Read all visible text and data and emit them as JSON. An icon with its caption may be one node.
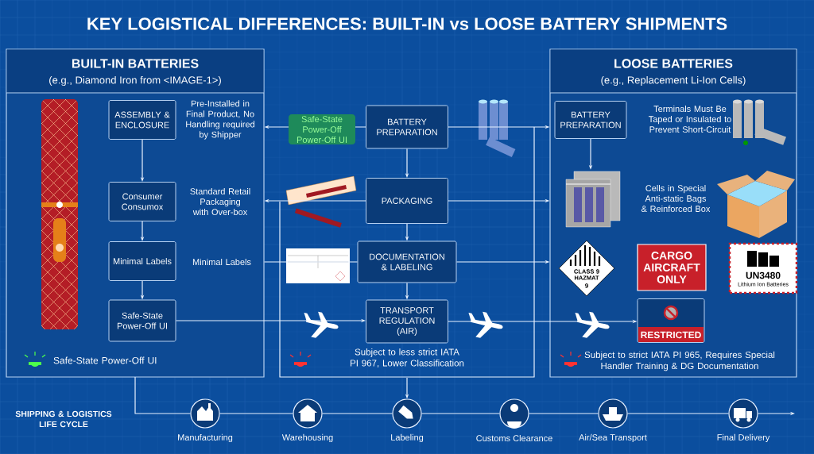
{
  "diagram": {
    "title": "KEY LOGISTICAL DIFFERENCES: BUILT-IN vs LOOSE BATTERY SHIPMENTS",
    "nodes": [
      {
        "text": [
          "BUILT-IN BATTERIES",
          "(e.g., Diamond Iron from <IMAGE-1>)"
        ]
      },
      {
        "text": [
          "ASSEMBLY & ENCLOSURE"
        ],
        "in": 0,
        "beside": [
          "Pre-Installed in Final Product, No Handling required by Shipper"
        ]
      },
      {
        "text": [
          "Consumer Consumox"
        ],
        "in": 0,
        "beside": [
          "Standard Retail Packaging with Over-box"
        ]
      },
      {
        "text": [
          "Minimal Labels"
        ],
        "in": 0,
        "beside": [
          "Minimal Labels"
        ]
      },
      {
        "text": [
          "Safe-State Power-Off UI"
        ],
        "in": 0
      },
      {
        "text": [
          "BATTERY PREPARATION"
        ]
      },
      {
        "text": [
          "PACKAGING"
        ]
      },
      {
        "text": [
          "DOCUMENTATION & LABELING"
        ]
      },
      {
        "text": [
          "TRANSPORT REGULATION (AIR)"
        ]
      },
      {
        "text": [
          "LOOSE BATTERIES",
          "(e.g., Replacement Li-Ion Cells)"
        ]
      },
      {
        "text": [
          "BATTERY PREPARATION"
        ],
        "in": 9,
        "beside": [
          "Terminals Must Be Taped or Insulated to Prevent Short-Circuit"
        ]
      },
      {
        "text": [],
        "shape": "picture",
        "in": 9
      },
      {
        "text": [
          "CLASS 9 HAZMAT",
          "9"
        ],
        "in": 9
      },
      {
        "text": [
          "CARGO AIRCRAFT ONLY"
        ],
        "in": 9
      },
      {
        "text": [
          "UN3480",
          "Lithium Ion Batteries"
        ],
        "in": 9
      },
      {
        "text": [
          "RESTRICTED"
        ],
        "in": 9
      },
      {
        "text": [
          "Manufacturing"
        ]
      },
      {
        "text": [
          "Warehousing"
        ]
      },
      {
        "text": [
          "Labeling"
        ]
      },
      {
        "text": [
          "Customs Clearance"
        ]
      },
      {
        "text": [
          "Air/Sea Transport"
        ]
      },
      {
        "text": [
          "Final Delivery"
        ]
      }
    ],
    "edges": [
      {
        "from": 1,
        "to": 2,
        "arrow": "to"
      },
      {
        "from": 2,
        "to": 3,
        "arrow": "to"
      },
      {
        "from": 3,
        "to": 4,
        "arrow": "to"
      },
      {
        "from": 5,
        "to": 6,
        "arrow": "to"
      },
      {
        "from": 6,
        "to": 7,
        "arrow": "to"
      },
      {
        "from": 7,
        "to": 8,
        "arrow": "to"
      },
      {
        "from": 5,
        "to": 0,
        "arrow": "to",
        "label": "Safe-State Power-Off Power-Off UI"
      },
      {
        "from": 5,
        "to": 9,
        "arrow": "to"
      },
      {
        "from": 6,
        "to": 0,
        "arrow": "to"
      },
      {
        "from": 6,
        "to": 9,
        "arrow": "to"
      },
      {
        "from": 7,
        "to": 0,
        "arrow": "none"
      },
      {
        "from": 7,
        "to": 9,
        "arrow": "to"
      },
      {
        "from": 4,
        "to": 8,
        "arrow": "to"
      },
      {
        "from": 8,
        "to": 15,
        "arrow": "to"
      },
      {
        "from": 10,
        "to": 11,
        "arrow": "to"
      },
      {
        "from": 0,
        "to": 16,
        "arrow": "none"
      },
      {
        "from": 16,
        "to": 17,
        "arrow": "none"
      },
      {
        "from": 17,
        "to": 18,
        "arrow": "none"
      },
      {
        "from": 18,
        "to": 19,
        "arrow": "none"
      },
      {
        "from": 19,
        "to": 20,
        "arrow": "none"
      },
      {
        "from": 20,
        "to": 21,
        "arrow": "none"
      },
      {
        "from": 21,
        "to": null,
        "arrow": "to"
      },
      {
        "from": null,
        "to": 18,
        "arrow": "to"
      }
    ],
    "labels": [
      "Safe-State Power-Off UI",
      "Subject to less strict IATA PI 967, Lower Classification",
      "Cells in Special Anti-static Bags & Reinforced Box",
      "Subject to strict IATA PI 965, Requires Special Handler Training & DG Documentation",
      "SHIPPING & LOGISTICS LIFE CYCLE"
    ]
  }
}
